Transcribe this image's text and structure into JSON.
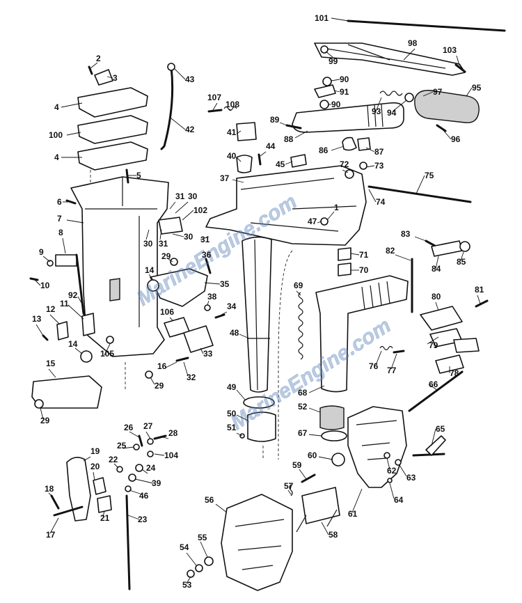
{
  "watermark": {
    "text_top": "MarineEngine.com",
    "text_bottom": "MarineEngine.com"
  },
  "callouts": [
    {
      "id": "c101",
      "text": "101"
    },
    {
      "id": "c98",
      "text": "98"
    },
    {
      "id": "c99",
      "text": "99"
    },
    {
      "id": "c103",
      "text": "103"
    },
    {
      "id": "c90a",
      "text": "90"
    },
    {
      "id": "c91",
      "text": "91"
    },
    {
      "id": "c90b",
      "text": "90"
    },
    {
      "id": "c97",
      "text": "97"
    },
    {
      "id": "c95",
      "text": "95"
    },
    {
      "id": "c93",
      "text": "93"
    },
    {
      "id": "c94",
      "text": "94"
    },
    {
      "id": "c96",
      "text": "96"
    },
    {
      "id": "c89",
      "text": "89"
    },
    {
      "id": "c88",
      "text": "88"
    },
    {
      "id": "c86",
      "text": "86"
    },
    {
      "id": "c87",
      "text": "87"
    },
    {
      "id": "c2",
      "text": "2"
    },
    {
      "id": "c3",
      "text": "3"
    },
    {
      "id": "c4a",
      "text": "4"
    },
    {
      "id": "c100",
      "text": "100"
    },
    {
      "id": "c4b",
      "text": "4"
    },
    {
      "id": "c5",
      "text": "5"
    },
    {
      "id": "c43",
      "text": "43"
    },
    {
      "id": "c42",
      "text": "42"
    },
    {
      "id": "c107",
      "text": "107"
    },
    {
      "id": "c108",
      "text": "108"
    },
    {
      "id": "c41",
      "text": "41"
    },
    {
      "id": "c40",
      "text": "40"
    },
    {
      "id": "c44",
      "text": "44"
    },
    {
      "id": "c45",
      "text": "45"
    },
    {
      "id": "c37",
      "text": "37"
    },
    {
      "id": "c72",
      "text": "72"
    },
    {
      "id": "c73",
      "text": "73"
    },
    {
      "id": "c75",
      "text": "75"
    },
    {
      "id": "c74",
      "text": "74"
    },
    {
      "id": "c1",
      "text": "1"
    },
    {
      "id": "c47",
      "text": "47"
    },
    {
      "id": "c6",
      "text": "6"
    },
    {
      "id": "c7",
      "text": "7"
    },
    {
      "id": "c31a",
      "text": "31"
    },
    {
      "id": "c30a",
      "text": "30"
    },
    {
      "id": "c102",
      "text": "102"
    },
    {
      "id": "c30b",
      "text": "30"
    },
    {
      "id": "c31b",
      "text": "31"
    },
    {
      "id": "c30c",
      "text": "30"
    },
    {
      "id": "c31c",
      "text": "31"
    },
    {
      "id": "c8",
      "text": "8"
    },
    {
      "id": "c9",
      "text": "9"
    },
    {
      "id": "c10",
      "text": "10"
    },
    {
      "id": "c29a",
      "text": "29"
    },
    {
      "id": "c36",
      "text": "36"
    },
    {
      "id": "c14a",
      "text": "14"
    },
    {
      "id": "c35",
      "text": "35"
    },
    {
      "id": "c92",
      "text": "92"
    },
    {
      "id": "c11",
      "text": "11"
    },
    {
      "id": "c12",
      "text": "12"
    },
    {
      "id": "c13",
      "text": "13"
    },
    {
      "id": "c106",
      "text": "106"
    },
    {
      "id": "c38",
      "text": "38"
    },
    {
      "id": "c34",
      "text": "34"
    },
    {
      "id": "c14b",
      "text": "14"
    },
    {
      "id": "c105",
      "text": "105"
    },
    {
      "id": "c33",
      "text": "33"
    },
    {
      "id": "c16",
      "text": "16"
    },
    {
      "id": "c32",
      "text": "32"
    },
    {
      "id": "c29b",
      "text": "29"
    },
    {
      "id": "c15",
      "text": "15"
    },
    {
      "id": "c29c",
      "text": "29"
    },
    {
      "id": "c48",
      "text": "48"
    },
    {
      "id": "c71",
      "text": "71"
    },
    {
      "id": "c70",
      "text": "70"
    },
    {
      "id": "c69",
      "text": "69"
    },
    {
      "id": "c83",
      "text": "83"
    },
    {
      "id": "c82",
      "text": "82"
    },
    {
      "id": "c84",
      "text": "84"
    },
    {
      "id": "c85",
      "text": "85"
    },
    {
      "id": "c81",
      "text": "81"
    },
    {
      "id": "c80",
      "text": "80"
    },
    {
      "id": "c79",
      "text": "79"
    },
    {
      "id": "c76",
      "text": "76"
    },
    {
      "id": "c77",
      "text": "77"
    },
    {
      "id": "c78",
      "text": "78"
    },
    {
      "id": "c68",
      "text": "68"
    },
    {
      "id": "c66",
      "text": "66"
    },
    {
      "id": "c49",
      "text": "49"
    },
    {
      "id": "c50",
      "text": "50"
    },
    {
      "id": "c51",
      "text": "51"
    },
    {
      "id": "c52",
      "text": "52"
    },
    {
      "id": "c67",
      "text": "67"
    },
    {
      "id": "c65",
      "text": "65"
    },
    {
      "id": "c60",
      "text": "60"
    },
    {
      "id": "c62",
      "text": "62"
    },
    {
      "id": "c63",
      "text": "63"
    },
    {
      "id": "c64",
      "text": "64"
    },
    {
      "id": "c59",
      "text": "59"
    },
    {
      "id": "c61",
      "text": "61"
    },
    {
      "id": "c57",
      "text": "57"
    },
    {
      "id": "c58",
      "text": "58"
    },
    {
      "id": "c56",
      "text": "56"
    },
    {
      "id": "c26",
      "text": "26"
    },
    {
      "id": "c27",
      "text": "27"
    },
    {
      "id": "c28",
      "text": "28"
    },
    {
      "id": "c25",
      "text": "25"
    },
    {
      "id": "c104",
      "text": "104"
    },
    {
      "id": "c19",
      "text": "19"
    },
    {
      "id": "c22",
      "text": "22"
    },
    {
      "id": "c24",
      "text": "24"
    },
    {
      "id": "c20",
      "text": "20"
    },
    {
      "id": "c39",
      "text": "39"
    },
    {
      "id": "c46",
      "text": "46"
    },
    {
      "id": "c18",
      "text": "18"
    },
    {
      "id": "c21",
      "text": "21"
    },
    {
      "id": "c23",
      "text": "23"
    },
    {
      "id": "c17",
      "text": "17"
    },
    {
      "id": "c55",
      "text": "55"
    },
    {
      "id": "c54",
      "text": "54"
    },
    {
      "id": "c53",
      "text": "53"
    }
  ]
}
